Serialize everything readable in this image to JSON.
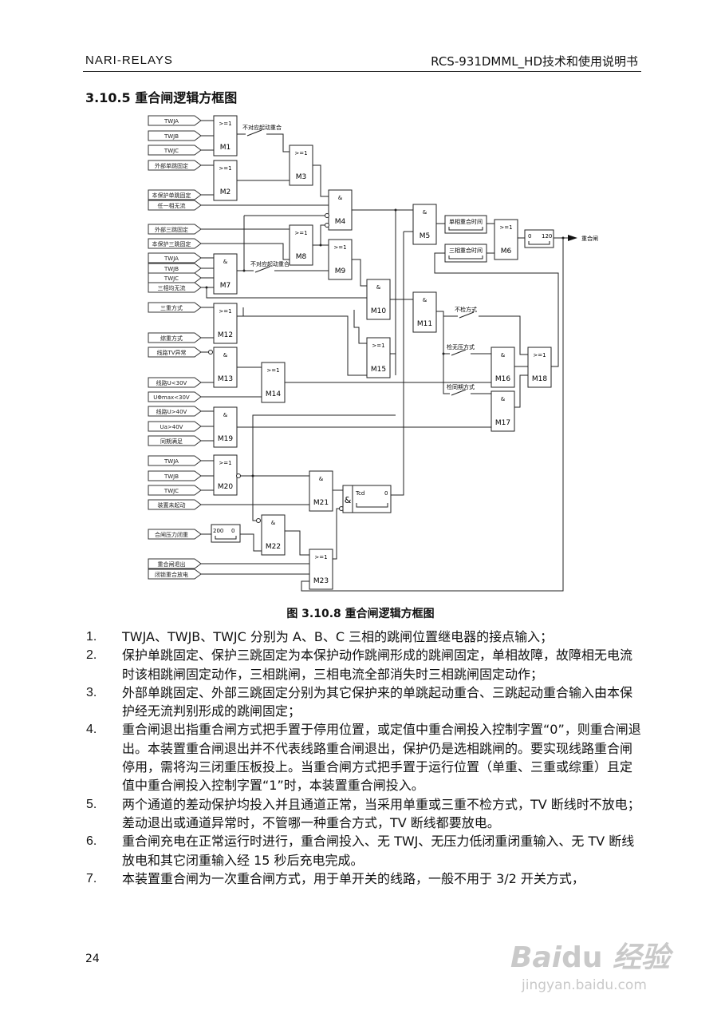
{
  "header": {
    "left": "NARI-RELAYS",
    "right": "RCS-931DMML_HD技术和使用说明书"
  },
  "section_title": "3.10.5 重合闸逻辑方框图",
  "diagram": {
    "inputs": [
      "TWJA",
      "TWJB",
      "TWJC",
      "外部单跳固定",
      "本保护单跳固定",
      "任一相无流",
      "外部三跳固定",
      "本保护三跳固定",
      "TWJA",
      "TWJB",
      "TWJC",
      "三相均无流",
      "三重方式",
      "综重方式",
      "线路TV异常",
      "线路U<30V",
      "UΦmax<30V",
      "线路U>40V",
      "Ua>40V",
      "同期满足",
      "TWJA",
      "TWJB",
      "TWJC",
      "装置未起动",
      "合闸压力闭重",
      "重合闸退出",
      "闭锁重合放电"
    ],
    "gates": [
      {
        "id": "M1",
        "op": ">=1"
      },
      {
        "id": "M2",
        "op": ">=1"
      },
      {
        "id": "M3",
        "op": ">=1"
      },
      {
        "id": "M4",
        "op": "&"
      },
      {
        "id": "M8",
        "op": ">=1"
      },
      {
        "id": "M9",
        "op": ">=1"
      },
      {
        "id": "M7",
        "op": "&"
      },
      {
        "id": "M10",
        "op": "&"
      },
      {
        "id": "M5",
        "op": "&"
      },
      {
        "id": "M11",
        "op": "&"
      },
      {
        "id": "M12",
        "op": ">=1"
      },
      {
        "id": "M13",
        "op": "&"
      },
      {
        "id": "M14",
        "op": ">=1"
      },
      {
        "id": "M15",
        "op": ">=1"
      },
      {
        "id": "M19",
        "op": "&"
      },
      {
        "id": "M20",
        "op": ">=1"
      },
      {
        "id": "M21",
        "op": "&"
      },
      {
        "id": "M22",
        "op": "&"
      },
      {
        "id": "M23",
        "op": ">=1"
      },
      {
        "id": "M6",
        "op": ">=1"
      },
      {
        "id": "M16",
        "op": "&"
      },
      {
        "id": "M17",
        "op": "&"
      },
      {
        "id": "M18",
        "op": ">=1"
      }
    ],
    "timers": {
      "single": "单相重合时间",
      "three": "三相重合时间",
      "out_a": "0",
      "out_b": "120",
      "tcd_and": "&",
      "tcd_a": "Tcd",
      "tcd_b": "0",
      "press_a": "200",
      "press_b": "0"
    },
    "switches": {
      "s1": "不对应起动重合",
      "s2": "不对应起动重合",
      "s3": "不检方式",
      "s4": "检无压方式",
      "s5": "检同期方式"
    },
    "output": "重合闸"
  },
  "caption": "图 3.10.8   重合闸逻辑方框图",
  "items": [
    {
      "n": "1.",
      "t": "TWJA、TWJB、TWJC 分别为 A、B、C 三相的跳闸位置继电器的接点输入；"
    },
    {
      "n": "2.",
      "t": "保护单跳固定、保护三跳固定为本保护动作跳闸形成的跳闸固定，单相故障，故障相无电流时该相跳闸固定动作，三相跳闸，三相电流全部消失时三相跳闸固定动作；"
    },
    {
      "n": "3.",
      "t": "外部单跳固定、外部三跳固定分别为其它保护来的单跳起动重合、三跳起动重合输入由本保护经无流判别形成的跳闸固定；"
    },
    {
      "n": "4.",
      "t": "重合闸退出指重合闸方式把手置于停用位置，或定值中重合闸投入控制字置“0”，则重合闸退出。本装置重合闸退出并不代表线路重合闸退出，保护仍是选相跳闸的。要实现线路重合闸停用，需将沟三闭重压板投上。当重合闸方式把手置于运行位置（单重、三重或综重）且定值中重合闸投入控制字置“1”时，本装置重合闸投入。"
    },
    {
      "n": "5.",
      "t": "两个通道的差动保护均投入并且通道正常，当采用单重或三重不检方式，TV 断线时不放电；差动退出或通道异常时，不管哪一种重合方式，TV 断线都要放电。"
    },
    {
      "n": "6.",
      "t": "重合闸充电在正常运行时进行，重合闸投入、无 TWJ、无压力低闭重闭重输入、无 TV 断线放电和其它闭重输入经 15 秒后充电完成。"
    },
    {
      "n": "7.",
      "t": "本装置重合闸为一次重合闸方式，用于单开关的线路，一般不用于 3/2 开关方式，"
    }
  ],
  "page_number": "24",
  "watermark": {
    "logo": "Baidu经验",
    "url": "jingyan.baidu.com"
  }
}
